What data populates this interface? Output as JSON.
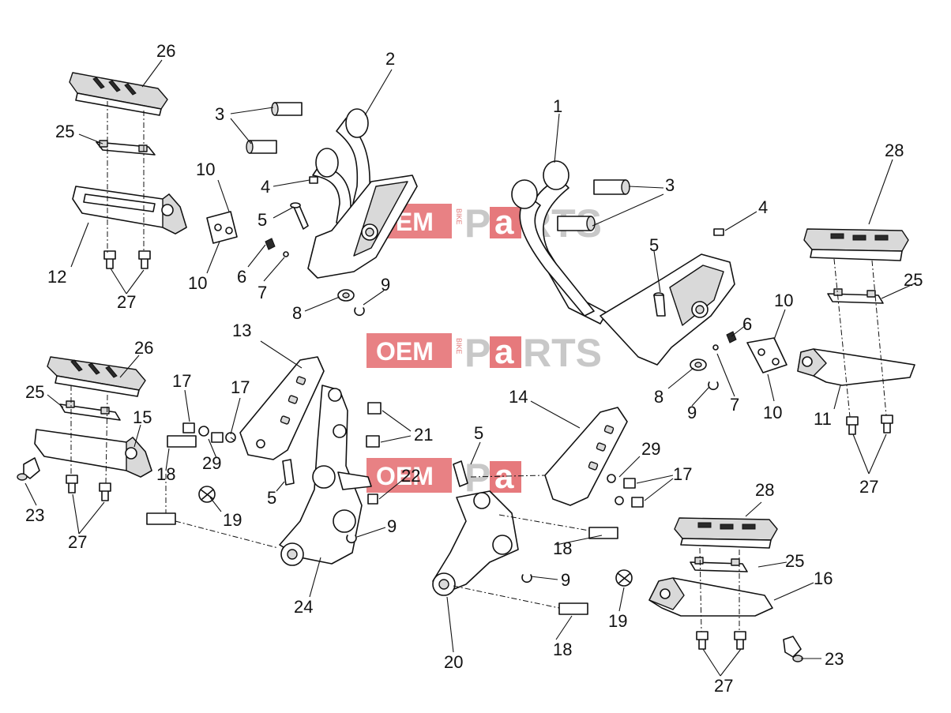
{
  "diagram": {
    "watermark": {
      "oem": "OEM",
      "bike": "BIKE",
      "p": "P",
      "a": "a",
      "rts": "RTS"
    },
    "colors": {
      "line": "#111111",
      "shade": "#d9d9d9",
      "watermark_red": "#e0575b",
      "watermark_grey": "#c8c8c8"
    },
    "callouts": [
      "1",
      "2",
      "3",
      "4",
      "5",
      "6",
      "7",
      "8",
      "9",
      "10",
      "11",
      "12",
      "13",
      "14",
      "15",
      "16",
      "17",
      "18",
      "19",
      "20",
      "21",
      "22",
      "23",
      "24",
      "25",
      "26",
      "27",
      "28",
      "29"
    ]
  }
}
